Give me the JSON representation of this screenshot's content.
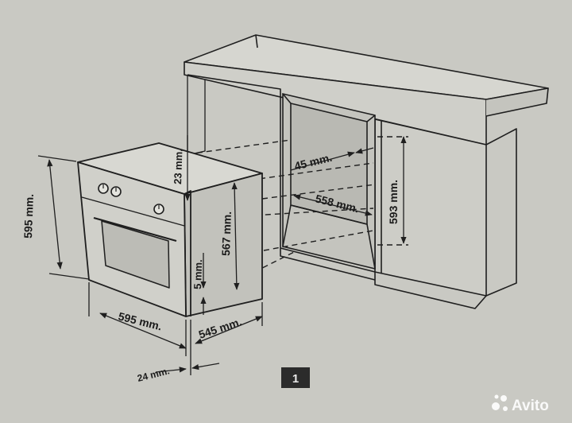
{
  "dimensions": {
    "oven_width": "595 mm.",
    "oven_height": "595 mm.",
    "oven_depth": "545 mm.",
    "front_panel_depth": "24 mm.",
    "top_gap": "23 mm.",
    "inner_height": "567 mm.",
    "bottom_gap": "5 mm.",
    "niche_side_gap": "45 mm.",
    "niche_width": "558 mm.",
    "niche_height": "593 mm."
  },
  "figure_number": "1",
  "watermark": "Avito",
  "colors": {
    "background": "#c9c9c3",
    "line": "#1f1f1f",
    "badge": "#2b2b2b"
  }
}
